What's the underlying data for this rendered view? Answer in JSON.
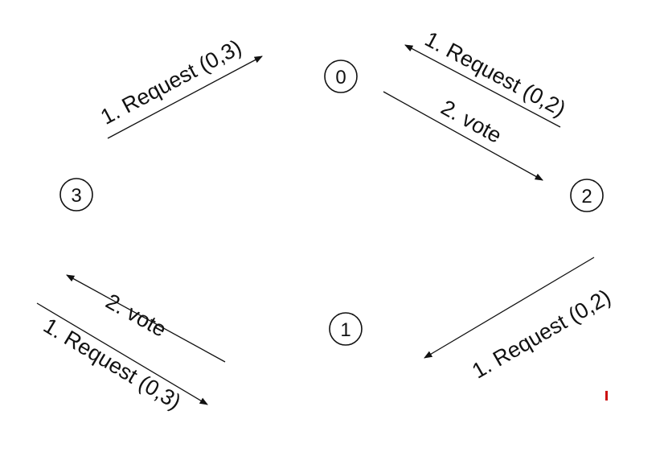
{
  "nodes": {
    "n0": "0",
    "n1": "1",
    "n2": "2",
    "n3": "3"
  },
  "messages": {
    "req_0_3_top": "1. Request (0,3)",
    "req_0_2_top": "1. Request (0,2)",
    "vote_0_2": "2. vote",
    "req_0_2_bottom": "1. Request (0,2)",
    "vote_3_0": "2. vote",
    "req_0_3_bottom": "1. Request (0,3)"
  },
  "colors": {
    "ink": "#111111",
    "marker": "#cc1111"
  }
}
